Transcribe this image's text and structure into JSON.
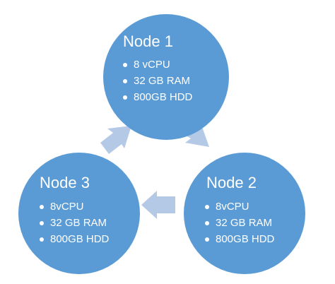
{
  "diagram": {
    "nodes": [
      {
        "title": "Node 1",
        "specs": [
          "8 vCPU",
          "32 GB RAM",
          "800GB HDD"
        ]
      },
      {
        "title": "Node 2",
        "specs": [
          "8vCPU",
          "32 GB RAM",
          "800GB HDD"
        ]
      },
      {
        "title": "Node 3",
        "specs": [
          "8vCPU",
          "32 GB RAM",
          "800GB HDD"
        ]
      }
    ],
    "colors": {
      "node_fill": "#5b9bd5",
      "arrow_fill": "#b4c9e6",
      "text": "#ffffff"
    },
    "arrows": [
      {
        "from": "Node 1",
        "to": "Node 2",
        "icon": "arrow-icon"
      },
      {
        "from": "Node 2",
        "to": "Node 3",
        "icon": "arrow-icon"
      },
      {
        "from": "Node 3",
        "to": "Node 1",
        "icon": "arrow-icon"
      }
    ]
  }
}
